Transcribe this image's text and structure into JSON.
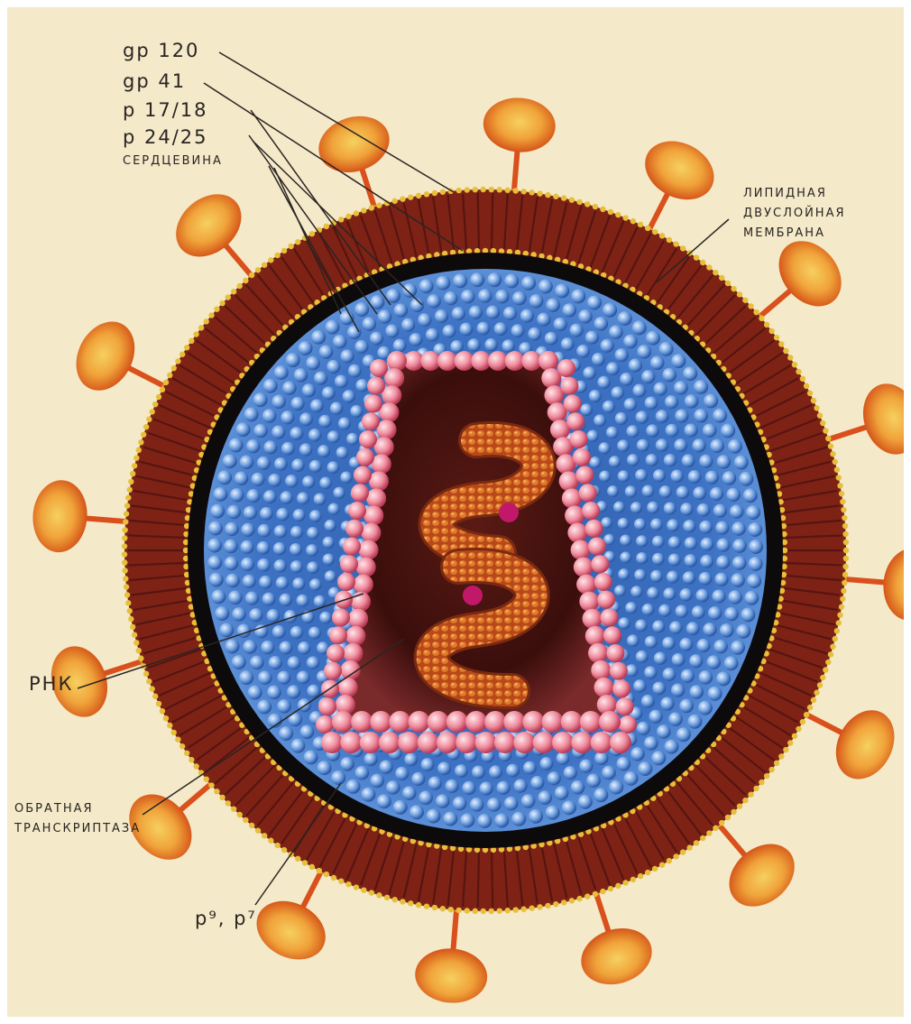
{
  "labels": {
    "gp120": "gp 120",
    "gp41": "gp 41",
    "p17_18": "p  17/18",
    "p24_25": "p  24/25",
    "core": "СЕРДЦЕВИНА",
    "membrane": [
      "ЛИПИДНАЯ",
      "ДВУСЛОЙНАЯ",
      "МЕМБРАНА"
    ],
    "rna": "РНК",
    "rt": [
      "ОБРАТНАЯ",
      "ТРАНСКРИПТАЗА"
    ],
    "p9p7": "p⁹, p⁷"
  },
  "colors": {
    "paper": "#f4e9c9",
    "membrane": "#7e2216",
    "matrix_blue": "#3f74c6",
    "capsid_pink": "#e56f86",
    "rna_orange": "#c9591c",
    "spike_yellow": "#f2b23a"
  },
  "spike_count": 16
}
